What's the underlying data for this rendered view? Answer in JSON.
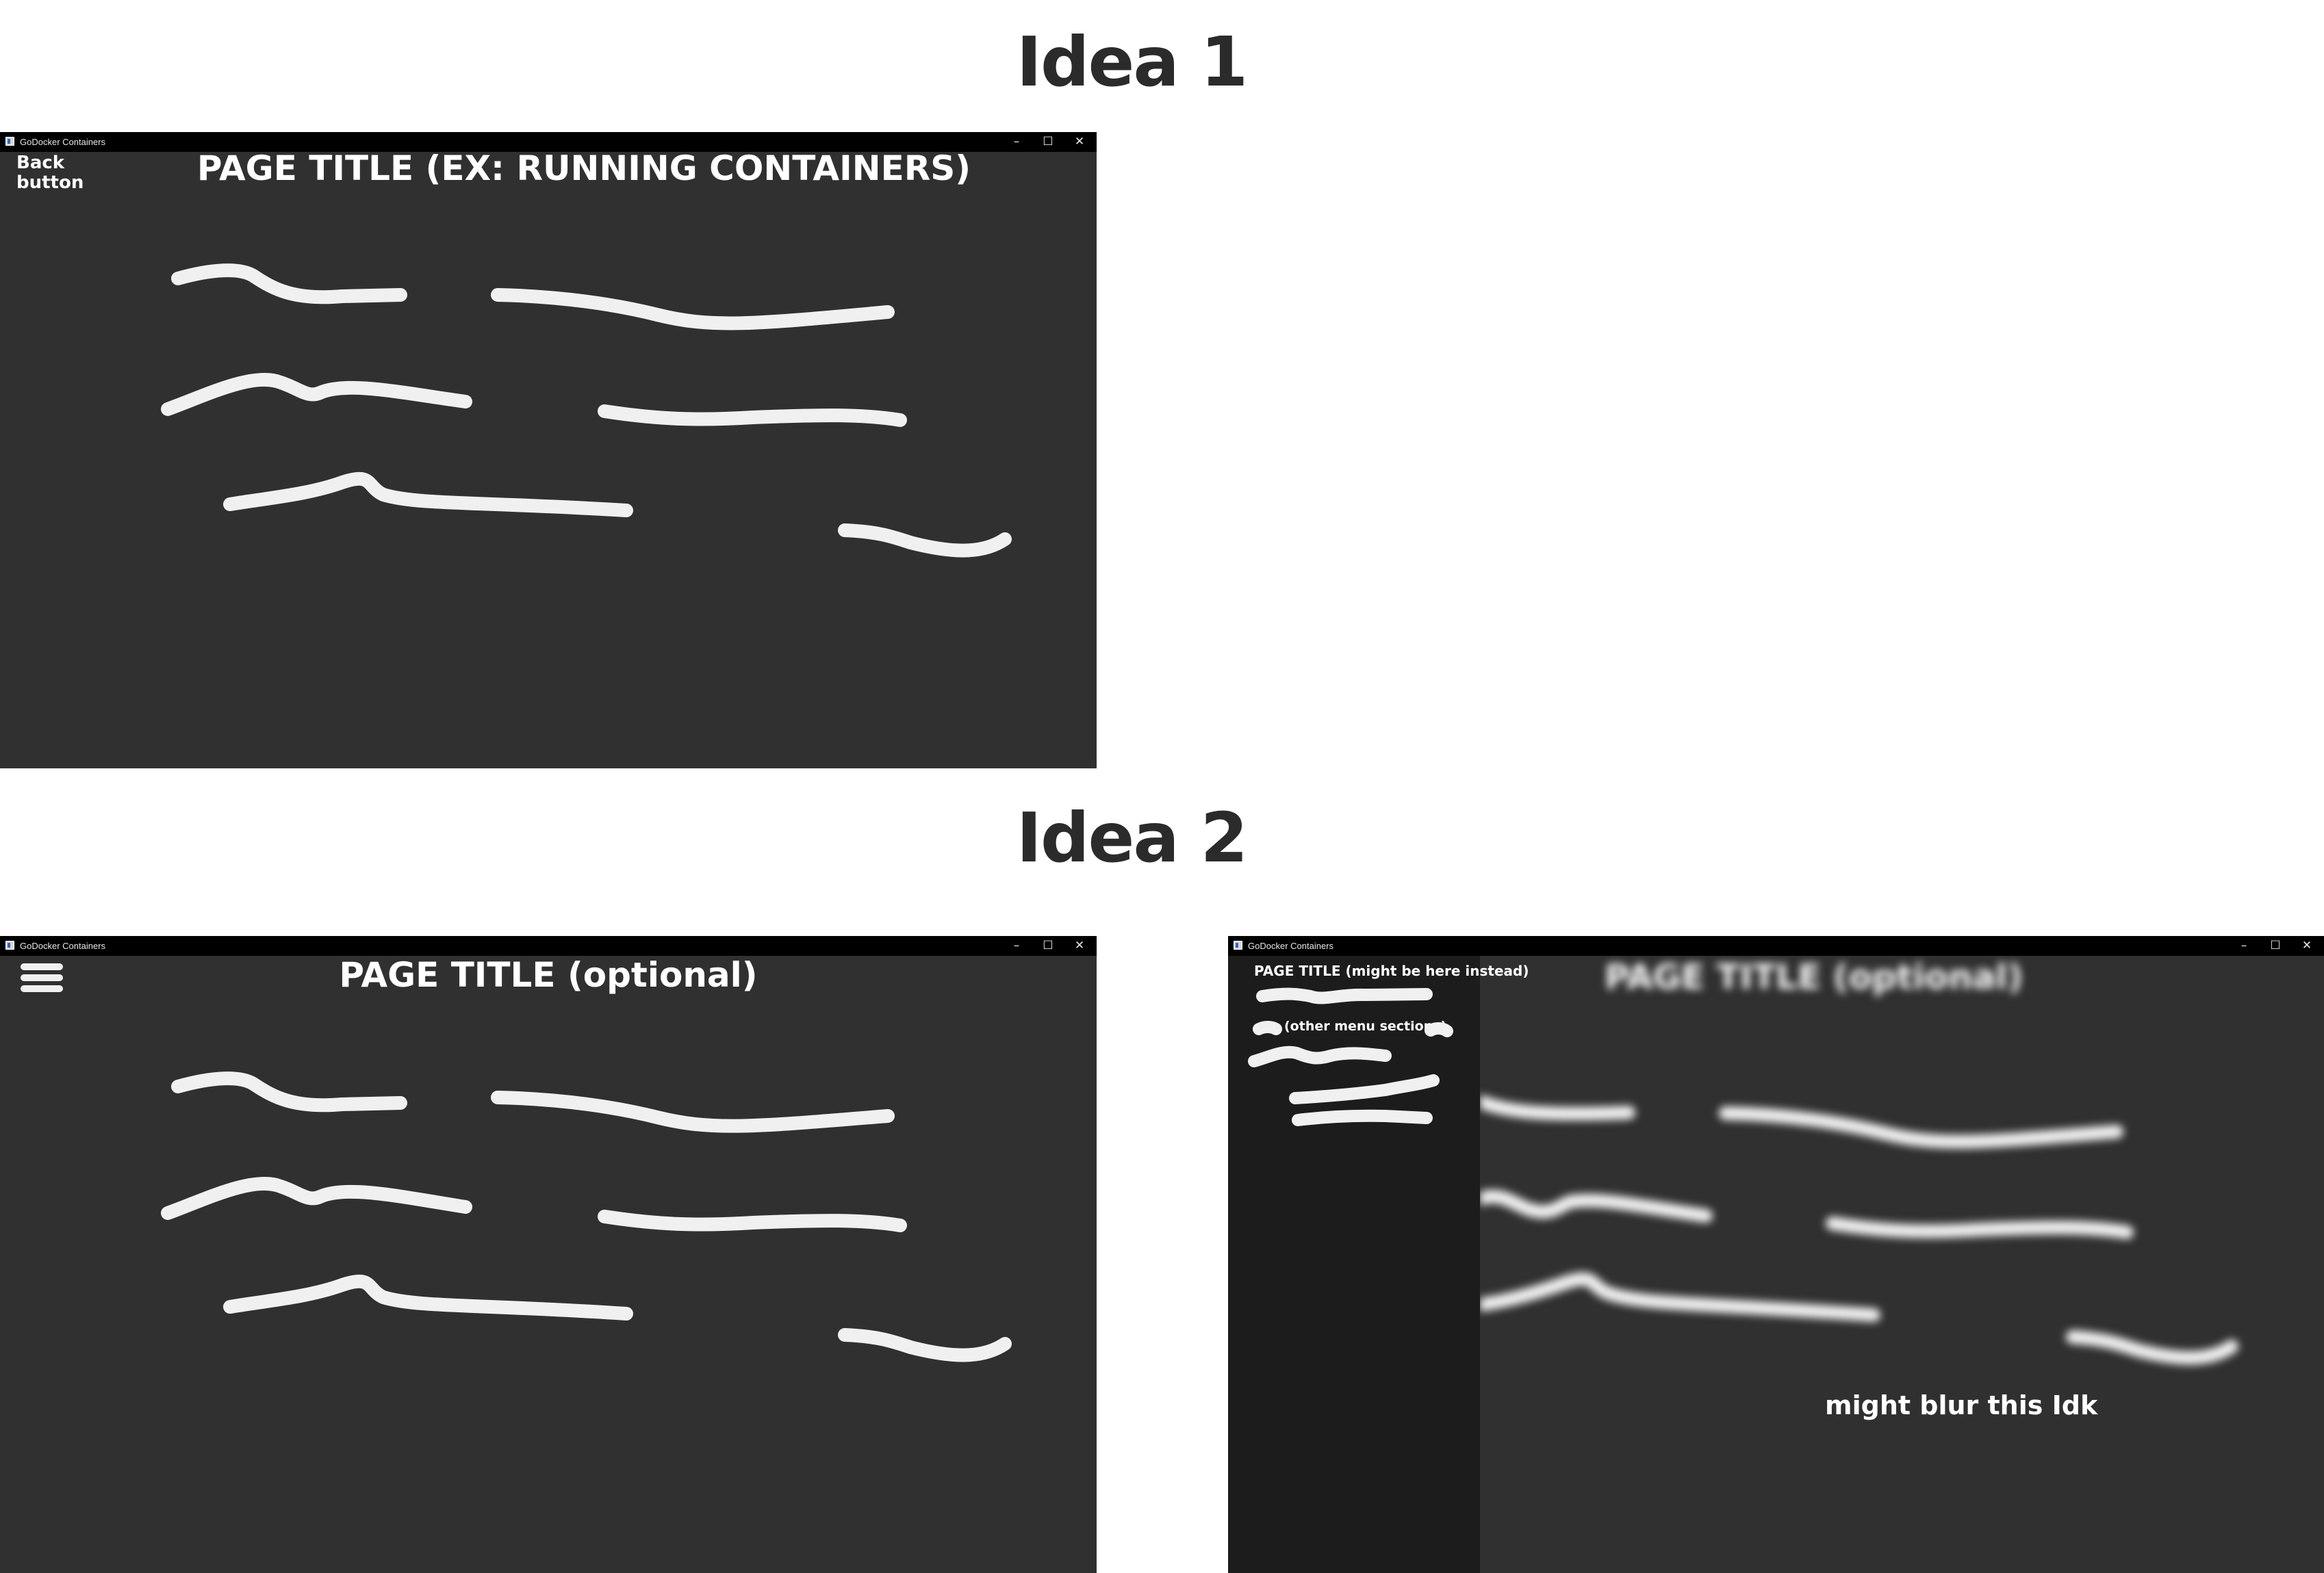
{
  "sections": {
    "idea1_heading": "Idea 1",
    "idea2_heading": "Idea 2"
  },
  "window": {
    "title": "GoDocker Containers",
    "minimize": "–",
    "maximize": "☐",
    "close": "✕"
  },
  "idea1": {
    "back_label": "Back button",
    "page_title": "PAGE TITLE (EX: RUNNING CONTAINERS)"
  },
  "idea2": {
    "page_title": "PAGE TITLE (optional)",
    "blurred_page_title": "PAGE TITLE (optional)",
    "drawer_title": "PAGE TITLE (might be here instead)",
    "drawer_sections": "(other menu sections)",
    "blur_note": "might blur this Idk"
  },
  "colors": {
    "window_bg": "#303030",
    "drawer_bg": "#1c1c1c",
    "titlebar_bg": "#000000",
    "scribble": "#f0f0f0"
  }
}
